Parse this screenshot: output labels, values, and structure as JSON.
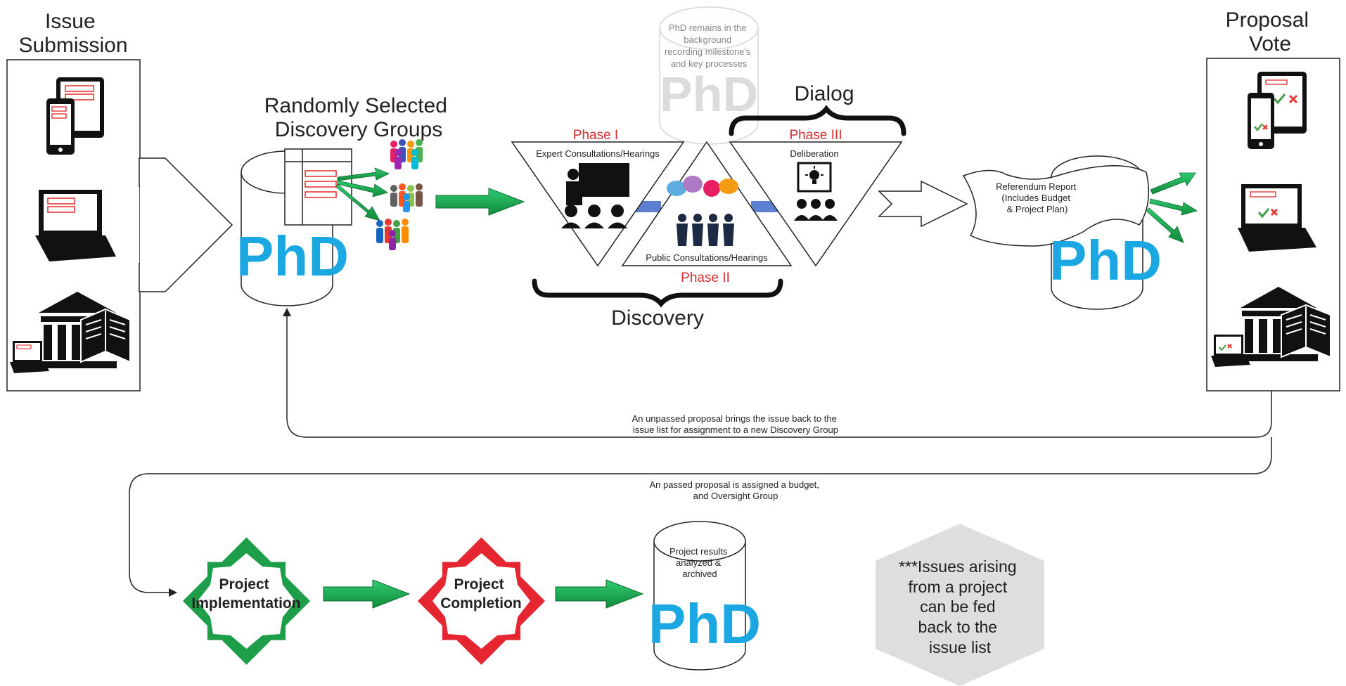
{
  "columns": {
    "issue_submission": "Issue Submission",
    "proposal_vote": "Proposal Vote"
  },
  "groups_title": "Randomly Selected Discovery Groups",
  "phd_label": "PhD",
  "background_note": "PhD remains in the background recording milestone's and key processes",
  "dialog_label": "Dialog",
  "discovery_label": "Discovery",
  "phases": {
    "phase1": "Phase I",
    "phase2": "Phase II",
    "phase3": "Phase III",
    "expert": "Expert Consultations/Hearings",
    "public": "Public Consultations/Hearings",
    "deliberation": "Deliberation"
  },
  "referendum_report": "Referendum Report (Includes Budget & Project Plan)",
  "unpassed_note": "An unpassed proposal brings the issue back to the issue list for assignment to a new Discovery Group",
  "passed_note": "An passed proposal is assigned a budget, and Oversight Group",
  "project_implementation": "Project Implementation",
  "project_completion": "Project Completion",
  "results_archived": "Project results analyzed & archived",
  "issues_note": "***Issues arising from a project can be fed back to the issue list"
}
